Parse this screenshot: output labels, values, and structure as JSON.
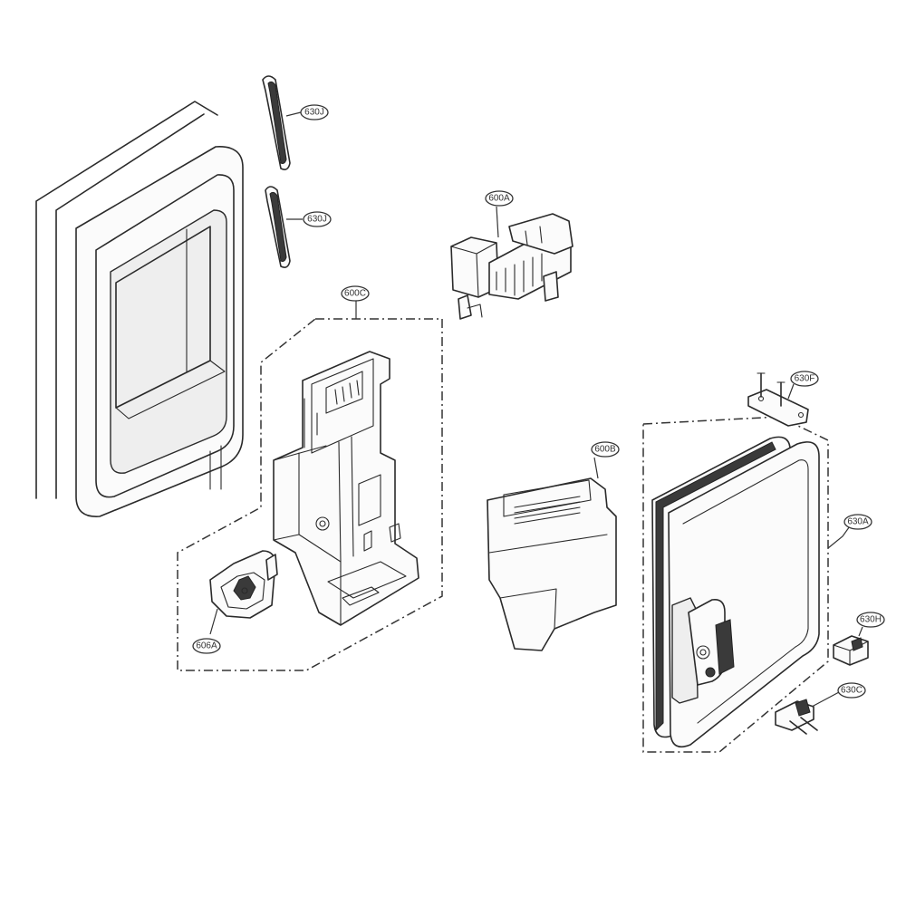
{
  "labels": {
    "l630J_top": "630J",
    "l630J_bottom": "630J",
    "l600A": "600A",
    "l600C": "600C",
    "l606A": "606A",
    "l600B": "600B",
    "l630F": "630F",
    "l630A": "630A",
    "l630H": "630H",
    "l630C": "630C"
  }
}
